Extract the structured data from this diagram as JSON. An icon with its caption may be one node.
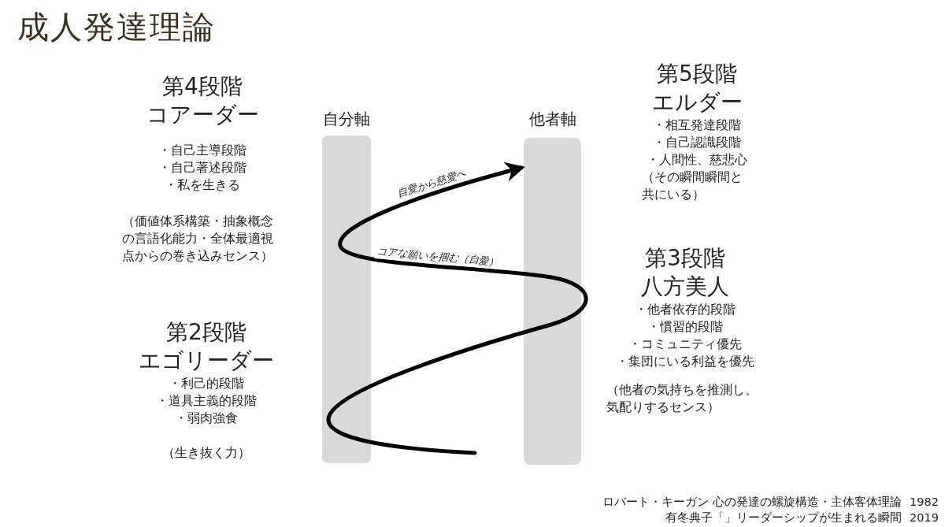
{
  "diagram": {
    "title": "成人発達理論",
    "nodes": [
      {
        "text": [
          "自分軸"
        ]
      },
      {
        "text": [
          "他者軸"
        ]
      }
    ],
    "edges": [
      {
        "from": null,
        "to": 1,
        "arrow": "to",
        "label": "自愛から慈愛へ"
      }
    ],
    "labels": [
      "第4段階",
      "コアーダー",
      "・自己主導段階",
      "・自己著述段階",
      "・私を生きる",
      "（価値体系構築・抽象概念の言語化能力・全体最適視点からの巻き込みセンス）",
      "第5段階",
      "エルダー",
      "・相互発達段階",
      "・自己認識段階",
      "・人間性、慈悲心",
      "（その瞬間瞬間と共にいる）",
      "第3段階",
      "八方美人",
      "・他者依存的段階",
      "・慣習的段階",
      "・コミュニティ優先",
      "・集団にいる利益を優先",
      "（他者の気持ちを推測し、気配りするセンス）",
      "第2段階",
      "エゴリーダー",
      "・利己的段階",
      "・道具主義的段階",
      "・弱肉強食",
      "（生き抜く力）",
      "コアな願いを掴む（自愛）",
      "ロバート・キーガン 心の発達の螺旋構造・主体客体理論",
      "1982",
      "有冬典子「」リーダーシップが生まれる瞬間",
      "2019"
    ]
  }
}
